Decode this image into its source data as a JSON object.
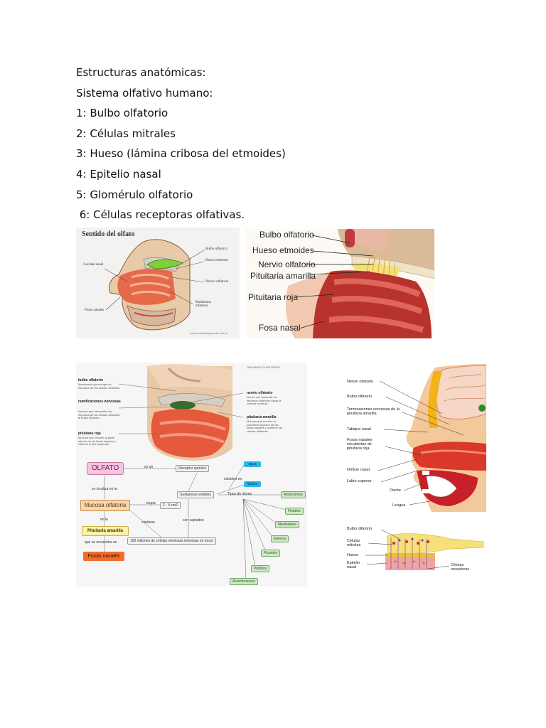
{
  "lines": [
    "Estructuras anatómicas:",
    "Sistema olfativo humano:",
    "1: Bulbo olfatorio",
    "2: Células mitrales",
    "3: Hueso (lámina cribosa del etmoides)",
    "4: Epitelio nasal",
    "5: Glomérulo olfatorio",
    " 6: Células receptoras olfativas."
  ],
  "figure1": {
    "title": "Sentido del olfato",
    "labels": {
      "bulbo": "Bulbo olfatorio",
      "hueso": "Hueso etmoides",
      "nervio": "Nervio olfatorio",
      "membrana": "Membrana olfatoria",
      "cavidad": "Cavidad nasal",
      "fosas": "Fosas nasales",
      "credit": "www.colombiaaprende.edu.co"
    }
  },
  "figure2": {
    "labels": [
      "Bulbo olfatorio",
      "Hueso etmoides",
      "Nervio olfatorio",
      "Pituitaria amarilla",
      "Pituitaria roja",
      "Fosa nasal"
    ]
  },
  "figure3": {
    "header": "ÓRGANOS OLFATORIOS",
    "left_titles": [
      "bulbo olfatorio",
      "ramificaciones nerviosas",
      "pituitaria roja"
    ],
    "left_texts": [
      "Membrana que recoge los impulsos de las células olfatorias",
      "Nervios que transmiten los impulsos de las células olfatorias al bulbo olfatorio.",
      "Mucosa que recubre la parte inferior de las fosas nasales y calienta el aire inspirado."
    ],
    "right_titles": [
      "nervio olfatorio",
      "pituitaria amarilla"
    ],
    "right_texts": [
      "Nervio que transmite los impulsos olfatorios hasta la corteza cerebral.",
      "Mucosa que recubre la superficie superior de las fosas nasales y contiene las células olfatorias"
    ],
    "map": {
      "olfato": "OLFATO",
      "es_un": "es un",
      "receptor": "Receptor químico",
      "solubles_en": "solubles en",
      "agua": "agua",
      "lipidos": "lípidos",
      "se_localiza": "se localiza en la",
      "sustancias": "Sustancias volátiles",
      "tipos": "Tipos de olores",
      "mucosa": "Mucosa olfatoria",
      "ocupa": "ocupa",
      "area": "2 - 4 cm2",
      "contiene": "contiene",
      "son_captados": "son captados",
      "en_la": "en la",
      "pituitaria": "Pituitaria amarilla",
      "millones": "100 millones de células nerviosas inmersas en moco",
      "que_se": "que se encuentra en",
      "fosas": "Fosas nasales",
      "olores": [
        "Almizclenos",
        "Florales",
        "Mentolados",
        "Etereos",
        "Picantes",
        "Pútridos",
        "Alcanforaceos"
      ]
    }
  },
  "figure4": {
    "labels": [
      "Nervio olfatorio",
      "Bulbo olfatorio",
      "Terminaciones nerviosas de la pituitaria amarilla",
      "Tabique nasal",
      "Fosas nasales recubiertas de pituitaria roja",
      "Orificio nasal",
      "Labio superior",
      "Diente",
      "Lengua"
    ]
  },
  "figure5": {
    "labels": [
      "Bulbo olfatorio",
      "Células mitrales",
      "Hueso",
      "Epitelio nasal",
      "Células receptoras"
    ]
  }
}
